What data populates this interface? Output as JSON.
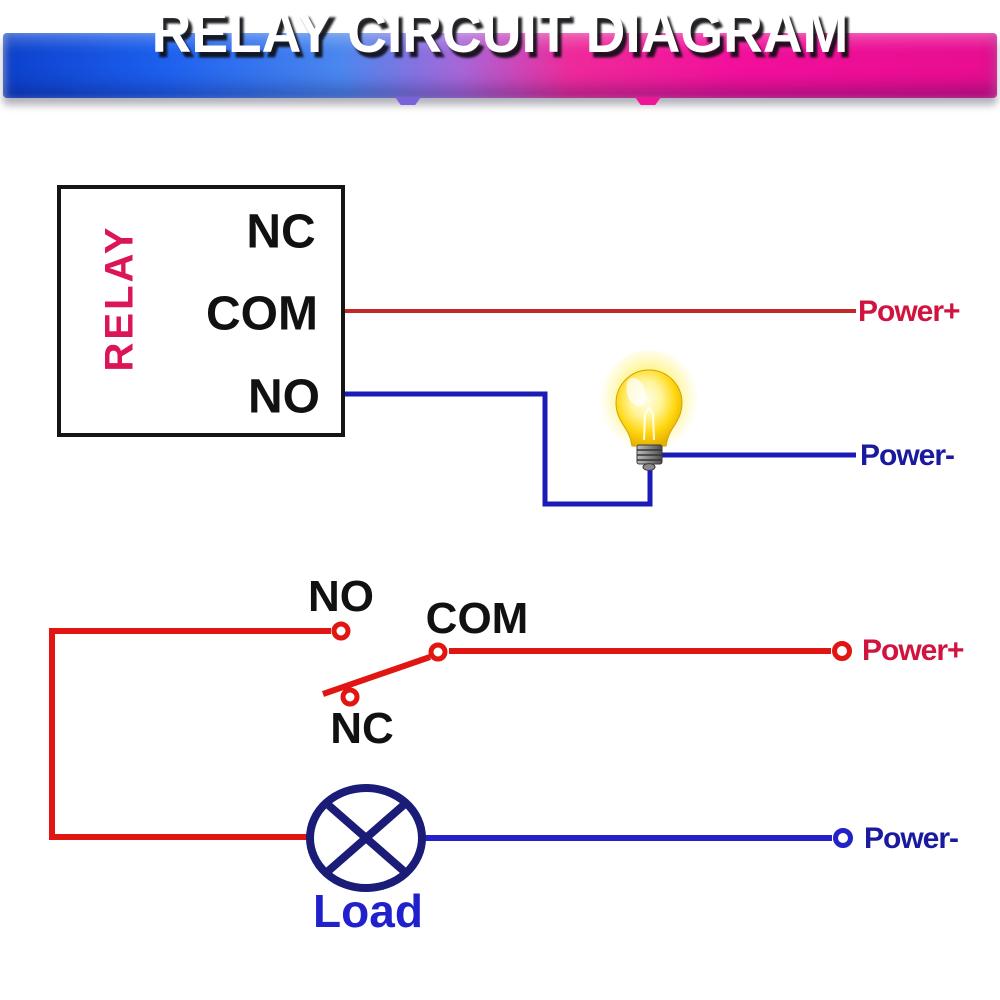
{
  "header": {
    "title": "RELAY CIRCUIT DIAGRAM"
  },
  "relay_block": {
    "label": "RELAY",
    "terminals": [
      {
        "label": "NC"
      },
      {
        "label": "COM"
      },
      {
        "label": "NO"
      }
    ]
  },
  "top_circuit": {
    "power_plus_label": "Power+",
    "power_minus_label": "Power-",
    "bulb_icon": "light-bulb-icon"
  },
  "switch_circuit": {
    "no_label": "NO",
    "com_label": "COM",
    "nc_label": "NC",
    "power_plus_label": "Power+",
    "power_minus_label": "Power-",
    "load_label": "Load"
  },
  "colors": {
    "banner_blue": "#0c41cc",
    "banner_pink": "#f20f9b",
    "wire_red_top": "#c32728",
    "wire_blue_top": "#1b1bb8",
    "wire_red": "#e11511",
    "wire_blue": "#2222c8",
    "power_plus_text": "#d0143f",
    "power_minus_text": "#1a1a9e",
    "relay_text": "#db1556",
    "load_symbol": "#1b1b78",
    "load_text": "#2020cc",
    "label_black": "#111111"
  }
}
